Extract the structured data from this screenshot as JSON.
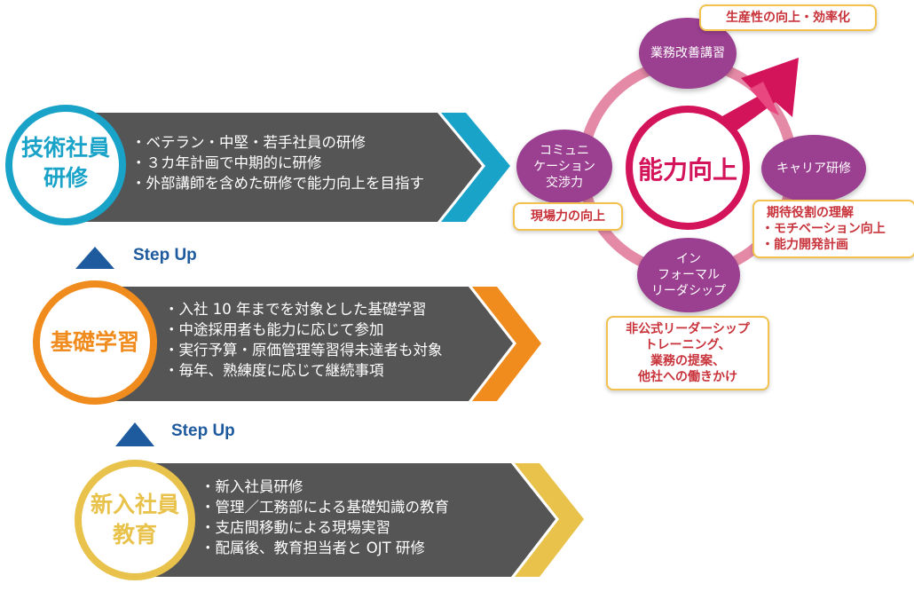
{
  "tiers": [
    {
      "title_line1": "技術社員",
      "title_line2": "研修",
      "color": "#1aa3c8",
      "items": [
        "・ベテラン・中堅・若手社員の研修",
        "・３カ年計画で中期的に研修",
        "・外部講師を含めた研修で能力向上を目指す"
      ]
    },
    {
      "title_line1": "基礎学習",
      "title_line2": "",
      "color": "#f08c1e",
      "items": [
        "・入社 10 年までを対象とした基礎学習",
        "・中途採用者も能力に応じて参加",
        "・実行予算・原価管理等習得未達者も対象",
        "・毎年、熟練度に応じて継続事項"
      ]
    },
    {
      "title_line1": "新入社員",
      "title_line2": "教育",
      "color": "#e8c24a",
      "items": [
        "・新入社員研修",
        "・管理／工務部による基礎知識の教育",
        "・支店間移動による現場実習",
        "・配属後、教育担当者と OJT 研修"
      ]
    }
  ],
  "step_up": [
    "Step Up",
    "Step Up"
  ],
  "cycle": {
    "center": "能力向上",
    "nodes": {
      "top": "業務改善講習",
      "right": "キャリア研修",
      "bottom": [
        "イン",
        "フォーマル",
        "リーダシップ"
      ],
      "left": [
        "コミュニ",
        "ケーション",
        "交渉力"
      ]
    },
    "notes": {
      "top": "生産性の向上・効率化",
      "right": [
        "期待役割の理解",
        "・モチベーション向上",
        "・能力開発計画"
      ],
      "bottom": [
        "非公式リーダーシップ",
        "トレーニング、",
        "業務の提案、",
        "他社への働きかけ"
      ],
      "left": "現場力の向上"
    }
  },
  "colors": {
    "band": "#555555",
    "bubble": "#9b3f91",
    "ring": "#e58aa6",
    "accent": "#d4145a",
    "note_border": "#f2c14e",
    "note_text": "#c8323a",
    "stepup": "#1e5a9e"
  }
}
